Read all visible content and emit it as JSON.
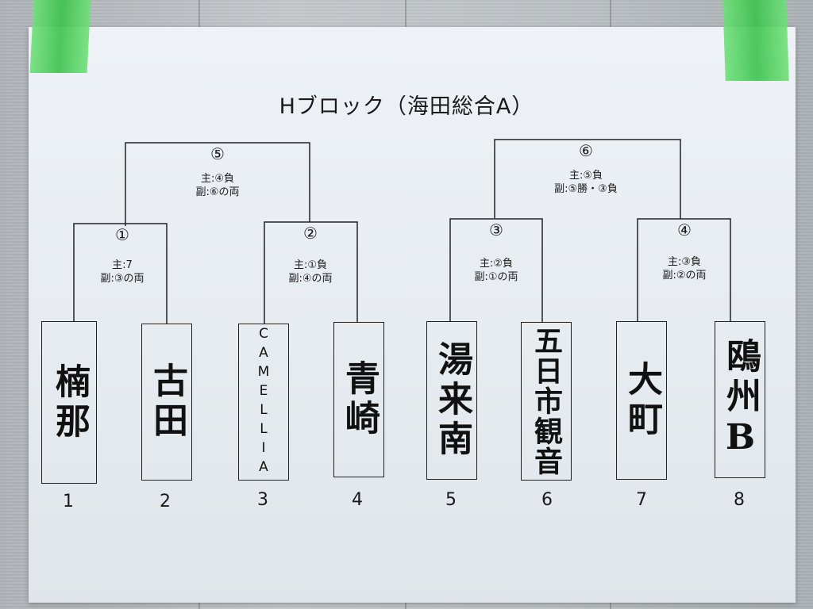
{
  "title": "Hブロック（海田総合A）",
  "matches": [
    {
      "id": "m5",
      "label": "⑤",
      "main": "主:④負",
      "sub": "副:⑥の両"
    },
    {
      "id": "m6",
      "label": "⑥",
      "main": "主:⑤負",
      "sub": "副:⑤勝・③負"
    },
    {
      "id": "m1",
      "label": "①",
      "main": "主:7",
      "sub": "副:③の両"
    },
    {
      "id": "m2",
      "label": "②",
      "main": "主:①負",
      "sub": "副:④の両"
    },
    {
      "id": "m3",
      "label": "③",
      "main": "主:②負",
      "sub": "副:①の両"
    },
    {
      "id": "m4",
      "label": "④",
      "main": "主:③負",
      "sub": "副:②の両"
    }
  ],
  "teams": [
    {
      "slot": "1",
      "name": "楠那"
    },
    {
      "slot": "2",
      "name": "古田"
    },
    {
      "slot": "3",
      "name": "CAMELLIA"
    },
    {
      "slot": "4",
      "name": "青崎"
    },
    {
      "slot": "5",
      "name": "湯来南"
    },
    {
      "slot": "6",
      "name": "五日市観音"
    },
    {
      "slot": "7",
      "name": "大町"
    },
    {
      "slot": "8",
      "name": "鴎州B"
    }
  ],
  "colors": {
    "tape": "#3cc24c",
    "paper": "#e8edf2",
    "ink": "#1a1a1a"
  }
}
